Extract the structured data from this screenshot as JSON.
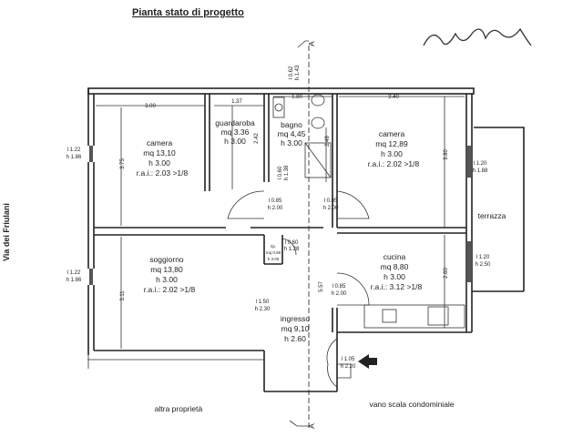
{
  "title": "Pianta stato di progetto",
  "street": "Via dei Friulani",
  "section_marker": "A",
  "rooms": [
    {
      "name": "camera",
      "area": "mq 13,10",
      "height": "h 3.00",
      "rai": "r.a.i.: 2.03 >1/8"
    },
    {
      "name": "guardaroba",
      "area": "mq 3.36",
      "height": "h 3.00"
    },
    {
      "name": "bagno",
      "area": "mq 4,45",
      "height": "h 3.00"
    },
    {
      "name": "camera",
      "area": "mq 12,89",
      "height": "h 3.00",
      "rai": "r.a.i.: 2.02 >1/8"
    },
    {
      "name": "soggiorno",
      "area": "mq 13,80",
      "height": "h 3.00",
      "rai": "r.a.i.: 2.02 >1/8"
    },
    {
      "name": "rip.",
      "area": "mq 0,69",
      "height": "h 3.00"
    },
    {
      "name": "cucina",
      "area": "mq 8,80",
      "height": "h 3.00",
      "rai": "r.a.i.: 3.12 >1/8"
    },
    {
      "name": "ingresso",
      "area": "mq 9,10",
      "height": "h 2.60"
    }
  ],
  "areas": {
    "terrace": "terrazza",
    "other_property": "altra proprietà",
    "stairwell": "vano scala condominiale"
  },
  "dimensions": {
    "d1": "3.00",
    "d2": "1.37",
    "d3": "1.80",
    "d4": "3.40",
    "d5": "3.75",
    "d6": "2.42",
    "d7": "2.48",
    "d8": "3.80",
    "d9": "3.11",
    "d10": "2.60",
    "d11": "5.57"
  },
  "openings": [
    {
      "l": "l 1.22",
      "h": "h 1.86"
    },
    {
      "l": "l 1.22",
      "h": "h 1.86"
    },
    {
      "l": "l 1.20",
      "h": "h 1.88"
    },
    {
      "l": "l 1.20",
      "h": "h 2.50"
    },
    {
      "l": "l 0.85",
      "h": "h 2.00"
    },
    {
      "l": "l 0.85",
      "h": "h 2.00"
    },
    {
      "l": "l 0.85",
      "h": "h 2.00"
    },
    {
      "l": "l 0.60",
      "h": "h 1.38"
    },
    {
      "l": "l 0.60",
      "h": "h 1.28"
    },
    {
      "l": "l 1.50",
      "h": "h 2.30"
    },
    {
      "l": "l 1.05",
      "h": "h 2.20"
    },
    {
      "l": "l 0.62",
      "h": "h 1.43"
    }
  ]
}
